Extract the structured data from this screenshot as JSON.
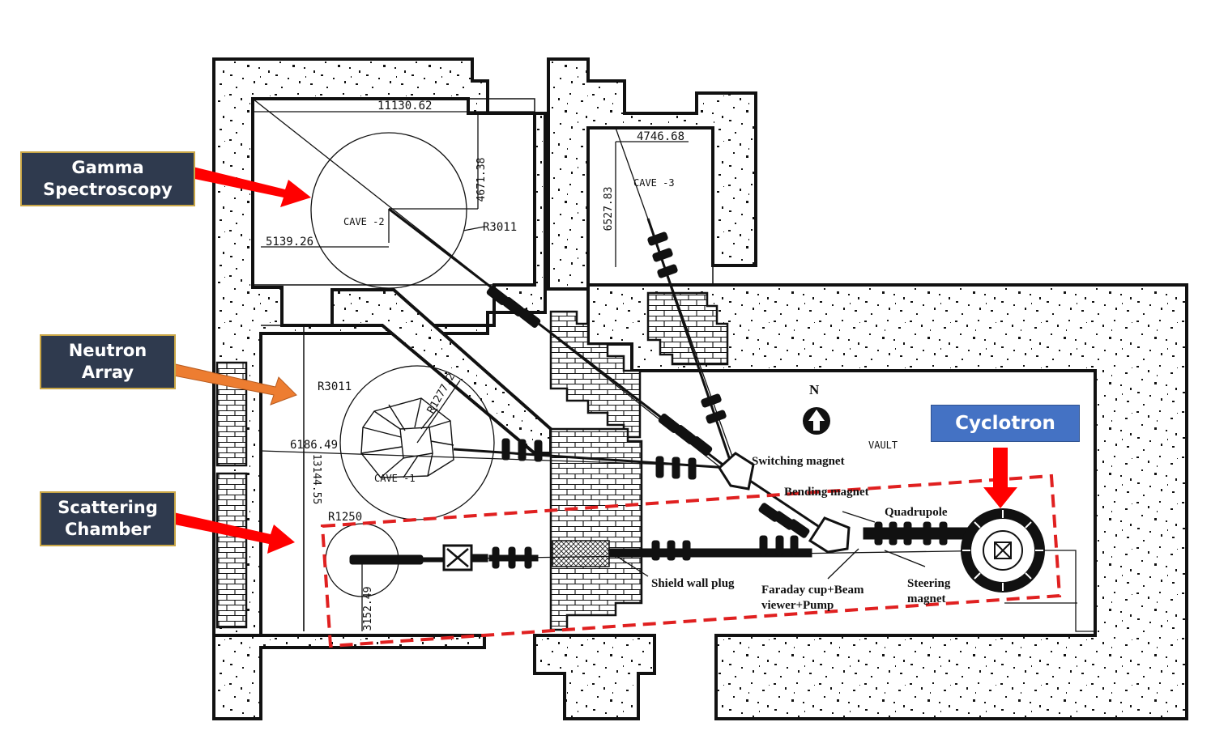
{
  "callouts": {
    "gamma": {
      "line1": "Gamma",
      "line2": "Spectroscopy"
    },
    "neutron": {
      "line1": "Neutron",
      "line2": "Array"
    },
    "scattering": {
      "line1": "Scattering",
      "line2": "Chamber"
    },
    "cyclotron": {
      "label": "Cyclotron"
    }
  },
  "dimensions": {
    "d1": "11130.62",
    "d2": "4671.38",
    "d3": "4746.68",
    "d4": "6527.83",
    "d5": "5139.26",
    "d6": "R3011",
    "d7": "R3011",
    "d8": "R1277.2",
    "d9": "6186.49",
    "d10": "13144.55",
    "d11": "R1250",
    "d12": "3152.49"
  },
  "caves": {
    "cave1": "CAVE  -1",
    "cave2": "CAVE  -2",
    "cave3": "CAVE  -3"
  },
  "vault": "VAULT",
  "north": "N",
  "components": {
    "switching_magnet": "Switching magnet",
    "bending_magnet": "Bending magnet",
    "quadrupole": "Quadrupole",
    "shield_wall_plug": "Shield wall plug",
    "faraday_line1": "Faraday cup+Beam",
    "faraday_line2": "viewer+Pump",
    "steering_line1": "Steering",
    "steering_line2": "magnet"
  },
  "colors": {
    "callout_bg": "#2f3a4e",
    "callout_border": "#c9a646",
    "cyclotron_bg": "#4472c4",
    "arrow_red": "#ff0000",
    "arrow_orange": "#ed7d31",
    "beamline_box": "#e02020"
  }
}
